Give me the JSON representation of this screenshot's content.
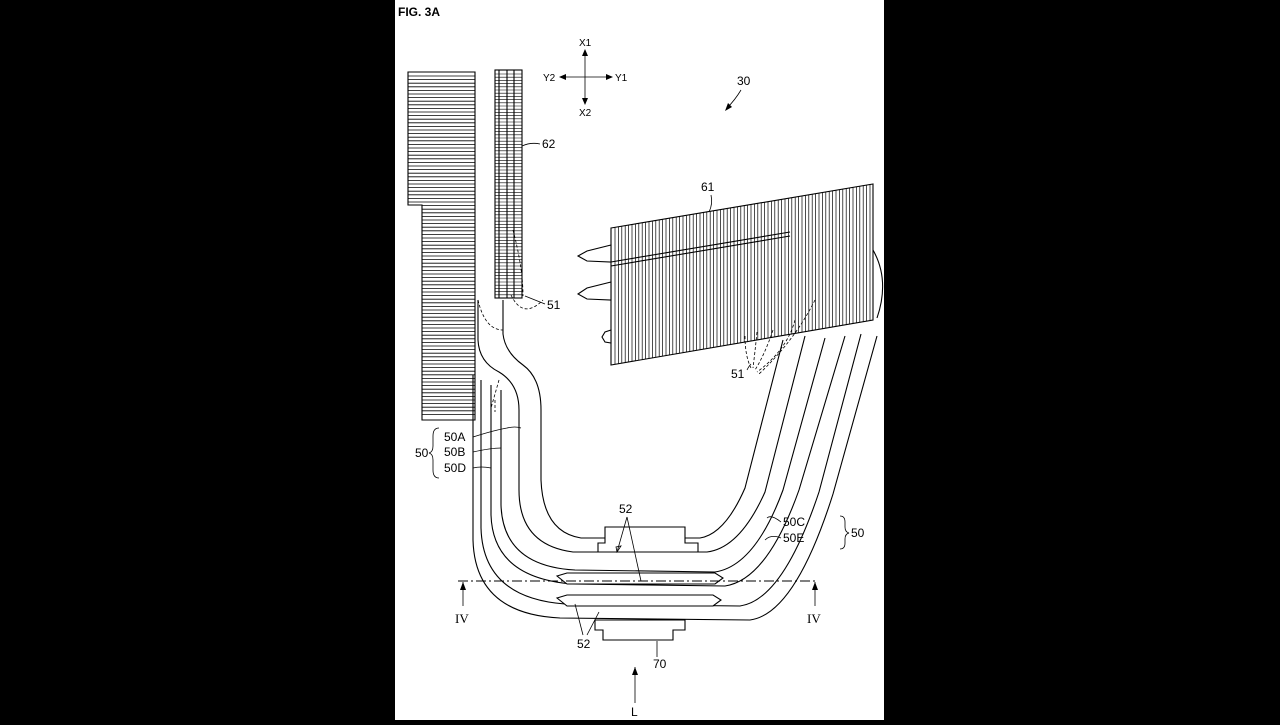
{
  "figure": {
    "title": "FIG. 3A"
  },
  "axes": {
    "x1": "X1",
    "x2": "X2",
    "y1": "Y1",
    "y2": "Y2"
  },
  "labels": {
    "assembly": "30",
    "fin_upper": "62",
    "fin_right": "61",
    "marker_51_left": "51",
    "marker_51_right": "51",
    "group_50_left": "50",
    "pipe_50A": "50A",
    "pipe_50B": "50B",
    "pipe_50D": "50D",
    "pipe_50C": "50C",
    "pipe_50E": "50E",
    "group_50_right": "50",
    "marker_52_top": "52",
    "marker_52_bottom": "52",
    "base_70": "70",
    "section_left": "IV",
    "section_right": "IV",
    "view_arrow": "L"
  },
  "colors": {
    "background": "#000000",
    "sheet": "#ffffff",
    "ink": "#000000"
  }
}
